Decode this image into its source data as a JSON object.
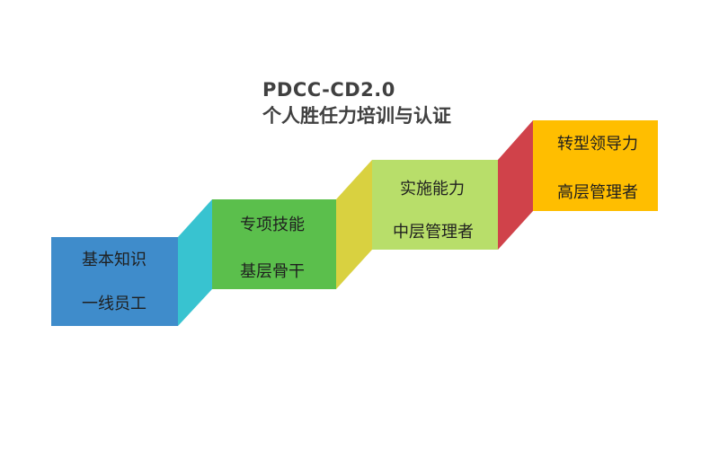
{
  "title": {
    "line1": "PDCC-CD2.0",
    "line2": "个人胜任力培训与认证"
  },
  "steps": [
    {
      "competency": "基本知识",
      "role": "一线员工",
      "color": "#3f8ccb",
      "connector_color": "#38c3d0"
    },
    {
      "competency": "专项技能",
      "role": "基层骨干",
      "color": "#5bbf4c",
      "connector_color": "#d9d140"
    },
    {
      "competency": "实施能力",
      "role": "中层管理者",
      "color": "#b8de6a",
      "connector_color": "#d0424a"
    },
    {
      "competency": "转型领导力",
      "role": "高层管理者",
      "color": "#ffbe00"
    }
  ]
}
